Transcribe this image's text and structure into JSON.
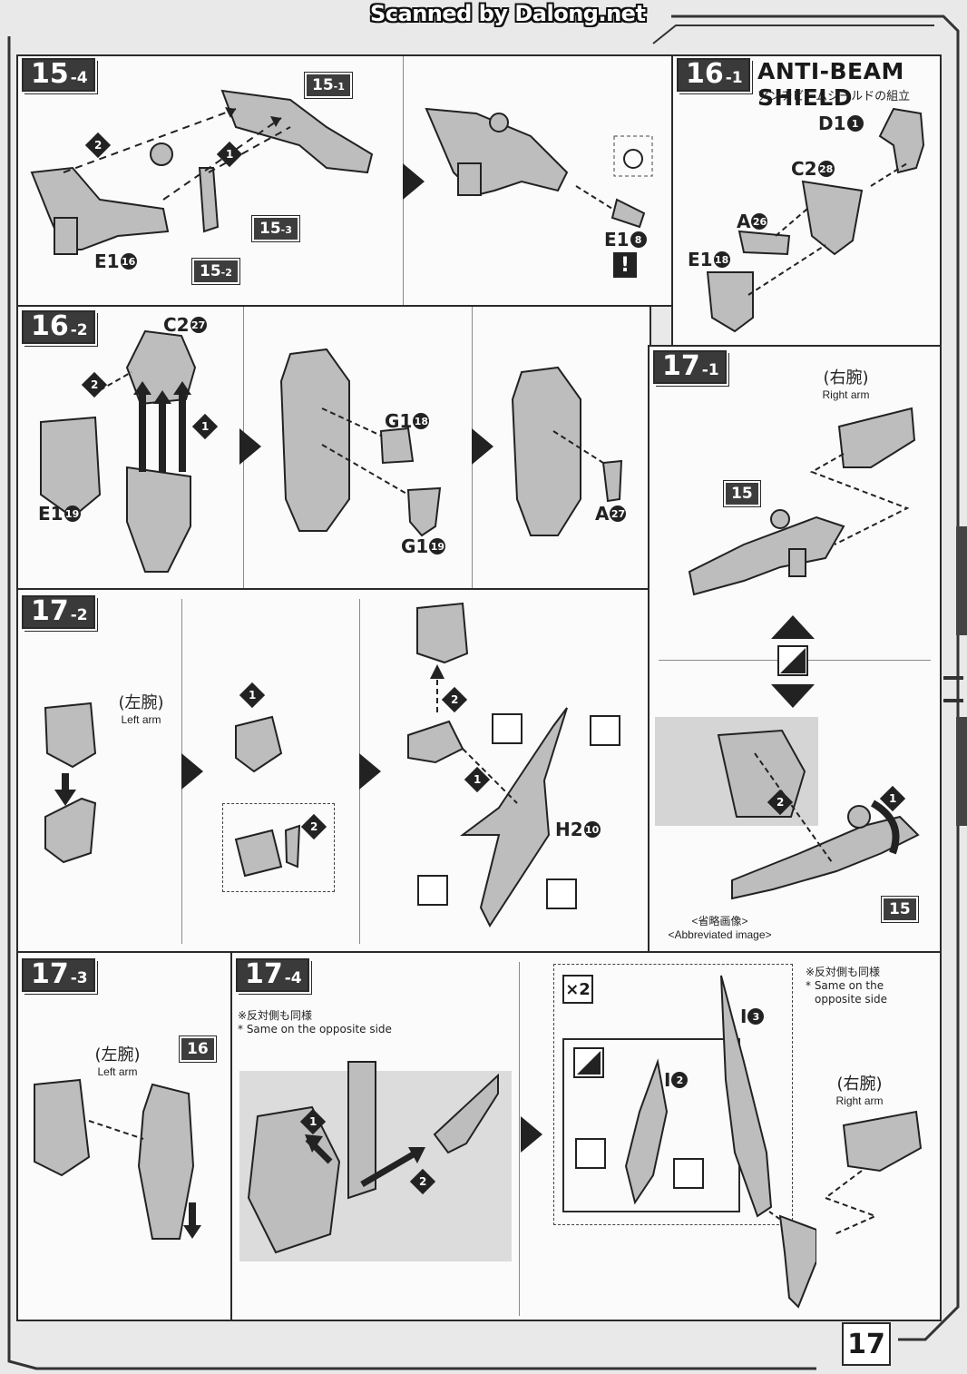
{
  "watermark": "Scanned by Dalong.net",
  "page_number": "17",
  "steps": {
    "s15_4": {
      "num": "15",
      "sub": "-4"
    },
    "s16_1": {
      "num": "16",
      "sub": "-1"
    },
    "s16_2": {
      "num": "16",
      "sub": "-2"
    },
    "s17_1": {
      "num": "17",
      "sub": "-1"
    },
    "s17_2": {
      "num": "17",
      "sub": "-2"
    },
    "s17_3": {
      "num": "17",
      "sub": "-3"
    },
    "s17_4": {
      "num": "17",
      "sub": "-4"
    }
  },
  "refs": {
    "r15_1": {
      "num": "15",
      "sub": "-1"
    },
    "r15_2": {
      "num": "15",
      "sub": "-2"
    },
    "r15_3": {
      "num": "15",
      "sub": "-3"
    },
    "r15_a": "15",
    "r15_b": "15",
    "r16": "16"
  },
  "shield_title": "ANTI-BEAM SHIELD",
  "shield_title_jp": "アンチビームシールドの組立",
  "parts": {
    "e1_16": {
      "code": "E1",
      "n": "16"
    },
    "e1_8": {
      "code": "E1",
      "n": "8"
    },
    "d1_1": {
      "code": "D1",
      "n": "1"
    },
    "c2_28": {
      "code": "C2",
      "n": "28"
    },
    "a_26": {
      "code": "A",
      "n": "26"
    },
    "e1_18": {
      "code": "E1",
      "n": "18"
    },
    "c2_27": {
      "code": "C2",
      "n": "27"
    },
    "e1_19": {
      "code": "E1",
      "n": "19"
    },
    "g1_18": {
      "code": "G1",
      "n": "18"
    },
    "g1_19": {
      "code": "G1",
      "n": "19"
    },
    "a_27": {
      "code": "A",
      "n": "27"
    },
    "h2_10": {
      "code": "H2",
      "n": "10"
    },
    "i_3": {
      "code": "I",
      "n": "3"
    },
    "i_2": {
      "code": "I",
      "n": "2"
    }
  },
  "labels": {
    "right_arm_jp": "(右腕)",
    "right_arm_en": "Right arm",
    "left_arm_jp": "(左腕)",
    "left_arm_en": "Left arm",
    "abbrev_jp": "<省略画像>",
    "abbrev_en": "<Abbreviated image>",
    "opposite_jp": "※反対側も同様",
    "opposite_en": "* Same on the opposite side",
    "opposite_jp2": "※反対側も同様",
    "opposite_en2a": "* Same on the",
    "opposite_en2b": "opposite side",
    "times2": "×2",
    "exclaim": "!"
  },
  "steps_marks": [
    "1",
    "2"
  ]
}
